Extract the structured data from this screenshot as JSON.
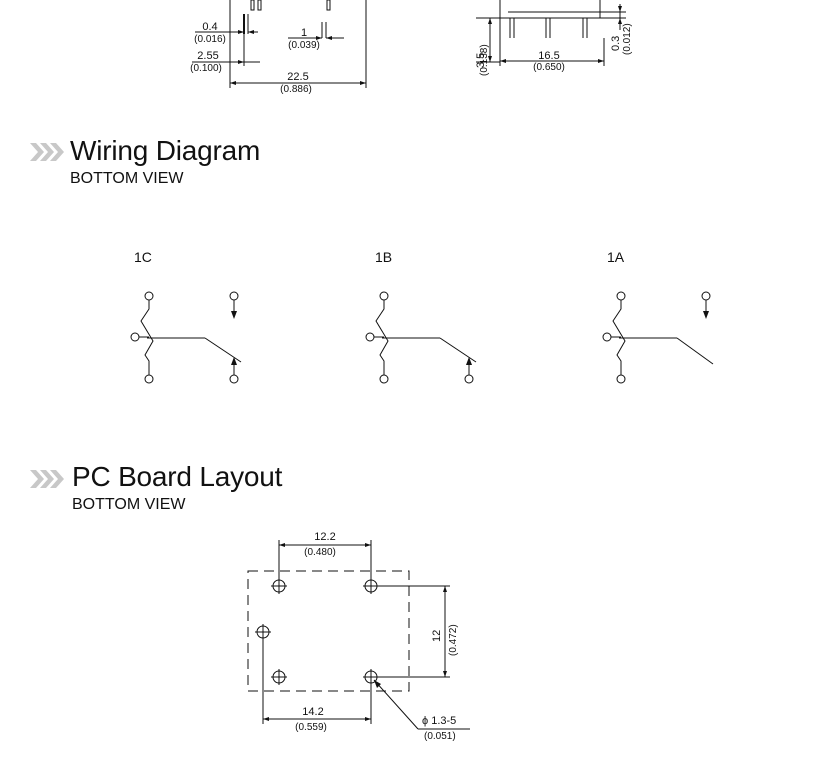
{
  "top_dimensions": {
    "left": {
      "d1_value": "0.4",
      "d1_inch": "(0.016)",
      "d2_value": "1",
      "d2_inch": "(0.039)",
      "d3_value": "2.55",
      "d3_inch": "(0.100)",
      "d4_value": "22.5",
      "d4_inch": "(0.886)"
    },
    "right": {
      "h_value": "3.5",
      "h_inch": "(0.138)",
      "w_value": "16.5",
      "w_inch": "(0.650)",
      "t_value": "0.3",
      "t_inch": "(0.012)"
    }
  },
  "wiring": {
    "title": "Wiring Diagram",
    "subtitle": "BOTTOM VIEW",
    "variants": [
      {
        "label": "1C"
      },
      {
        "label": "1B"
      },
      {
        "label": "1A"
      }
    ]
  },
  "pcb": {
    "title": "PC Board Layout",
    "subtitle": "BOTTOM VIEW",
    "top_value": "12.2",
    "top_inch": "(0.480)",
    "right_value": "12",
    "right_inch": "(0.472)",
    "bottom_value": "14.2",
    "bottom_inch": "(0.559)",
    "hole_value": "ϕ 1.3-5",
    "hole_inch": "(0.051)"
  }
}
